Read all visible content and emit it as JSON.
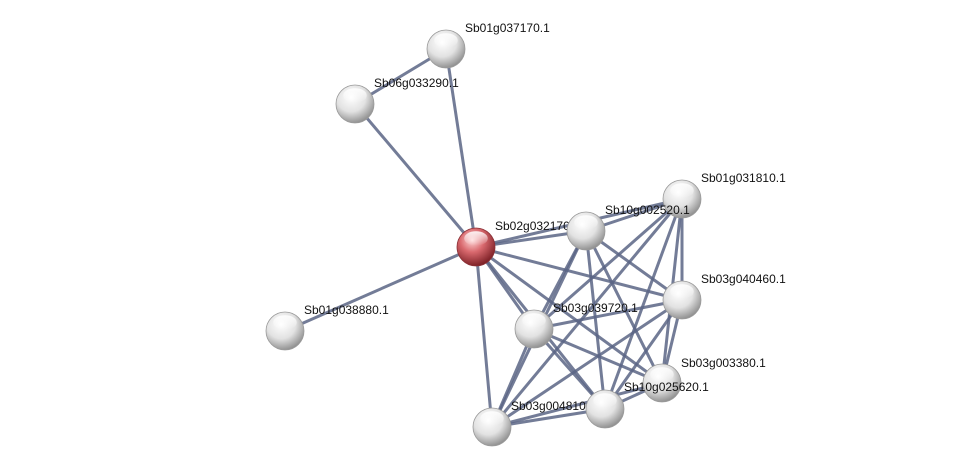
{
  "network": {
    "nodes": [
      {
        "id": "query",
        "label": "Sb02g032170",
        "query": true
      },
      {
        "id": "n037170",
        "label": "Sb01g037170.1"
      },
      {
        "id": "n033290",
        "label": "Sb06g033290.1"
      },
      {
        "id": "n031810",
        "label": "Sb01g031810.1"
      },
      {
        "id": "n002520",
        "label": "Sb10g002520.1"
      },
      {
        "id": "n040460",
        "label": "Sb03g040460.1"
      },
      {
        "id": "n038880",
        "label": "Sb01g038880.1"
      },
      {
        "id": "n039720",
        "label": "Sb03g039720.1"
      },
      {
        "id": "n003380",
        "label": "Sb03g003380.1"
      },
      {
        "id": "n025620",
        "label": "Sb10g025620.1"
      },
      {
        "id": "n004810",
        "label": "Sb03g004810"
      }
    ],
    "edges": [
      [
        "n037170",
        "n033290"
      ],
      [
        "n037170",
        "query"
      ],
      [
        "n033290",
        "query"
      ],
      [
        "query",
        "n038880"
      ],
      [
        "query",
        "n002520"
      ],
      [
        "query",
        "n031810"
      ],
      [
        "query",
        "n040460"
      ],
      [
        "query",
        "n039720"
      ],
      [
        "query",
        "n003380"
      ],
      [
        "query",
        "n025620"
      ],
      [
        "query",
        "n004810"
      ],
      [
        "n002520",
        "n031810"
      ],
      [
        "n002520",
        "n040460"
      ],
      [
        "n002520",
        "n039720"
      ],
      [
        "n002520",
        "n003380"
      ],
      [
        "n002520",
        "n025620"
      ],
      [
        "n002520",
        "n004810"
      ],
      [
        "n031810",
        "n040460"
      ],
      [
        "n031810",
        "n039720"
      ],
      [
        "n031810",
        "n003380"
      ],
      [
        "n031810",
        "n025620"
      ],
      [
        "n031810",
        "n004810"
      ],
      [
        "n040460",
        "n039720"
      ],
      [
        "n040460",
        "n003380"
      ],
      [
        "n040460",
        "n025620"
      ],
      [
        "n040460",
        "n004810"
      ],
      [
        "n039720",
        "n003380"
      ],
      [
        "n039720",
        "n025620"
      ],
      [
        "n039720",
        "n004810"
      ],
      [
        "n003380",
        "n025620"
      ],
      [
        "n004810",
        "n025620"
      ],
      [
        "n004810",
        "n003380"
      ]
    ],
    "colors": {
      "edge": "#5a6585",
      "node_fill": "#e6e6e6",
      "node_shade": "#8e8e8e",
      "query_fill": "#d9696e",
      "query_shade": "#7a1e24",
      "label": "#111111"
    }
  }
}
